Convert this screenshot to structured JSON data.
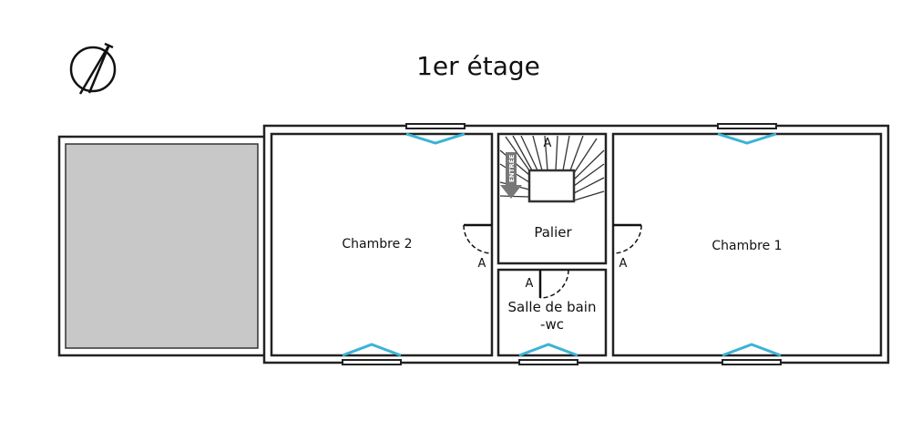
{
  "title": "1er étage",
  "rooms": {
    "chambre2": "Chambre 2",
    "chambre1": "Chambre 1",
    "palier": "Palier",
    "sdb_line1": "Salle de bain",
    "sdb_line2": "-wc"
  },
  "stair_label": "ENTRÉE",
  "door_mark": "A",
  "colors": {
    "window": "#3bb3d6",
    "annex": "#c8c8c8",
    "wall": "#222222"
  }
}
